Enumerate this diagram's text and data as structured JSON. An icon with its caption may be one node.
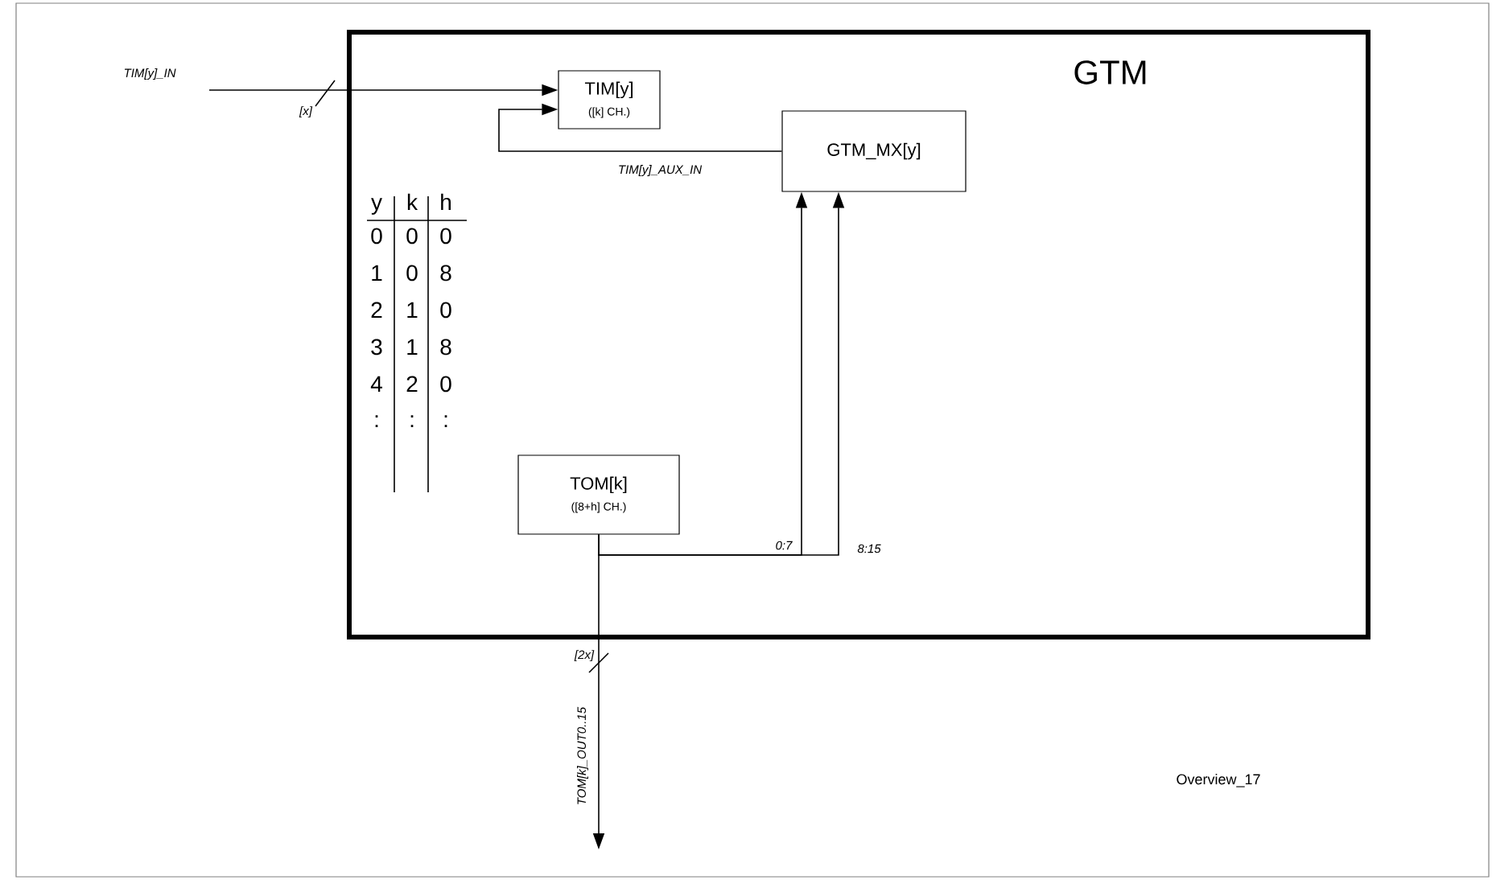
{
  "diagram": {
    "nodes": [
      {
        "text": [
          "GTM"
        ]
      },
      {
        "text": [
          "TIM[y]",
          "([k] CH.)"
        ],
        "in": 0
      },
      {
        "text": [
          "GTM_MX[y]"
        ],
        "in": 0
      },
      {
        "text": [
          "TOM[k]",
          "([8+h] CH.)"
        ],
        "in": 0
      }
    ],
    "edges": [
      {
        "from": null,
        "to": 1,
        "arrow": "to",
        "label": "TIM[y]_IN"
      },
      {
        "from": 2,
        "to": 1,
        "arrow": "to",
        "label": "TIM[y]_AUX_IN"
      },
      {
        "from": 3,
        "to": 2,
        "arrow": "to",
        "label": "0:7"
      },
      {
        "from": 3,
        "to": 2,
        "arrow": "to",
        "label": "8:15"
      },
      {
        "from": 3,
        "to": null,
        "arrow": "to",
        "label": "TOM[k]_OUT0..15"
      }
    ],
    "labels": [
      "[x]",
      "y",
      "k",
      "h",
      "0",
      "0",
      "0",
      "1",
      "0",
      "8",
      "2",
      "1",
      "0",
      "3",
      "1",
      "8",
      "4",
      "2",
      "0",
      ":",
      ":",
      ":",
      "[2x]",
      "Overview_17"
    ]
  }
}
